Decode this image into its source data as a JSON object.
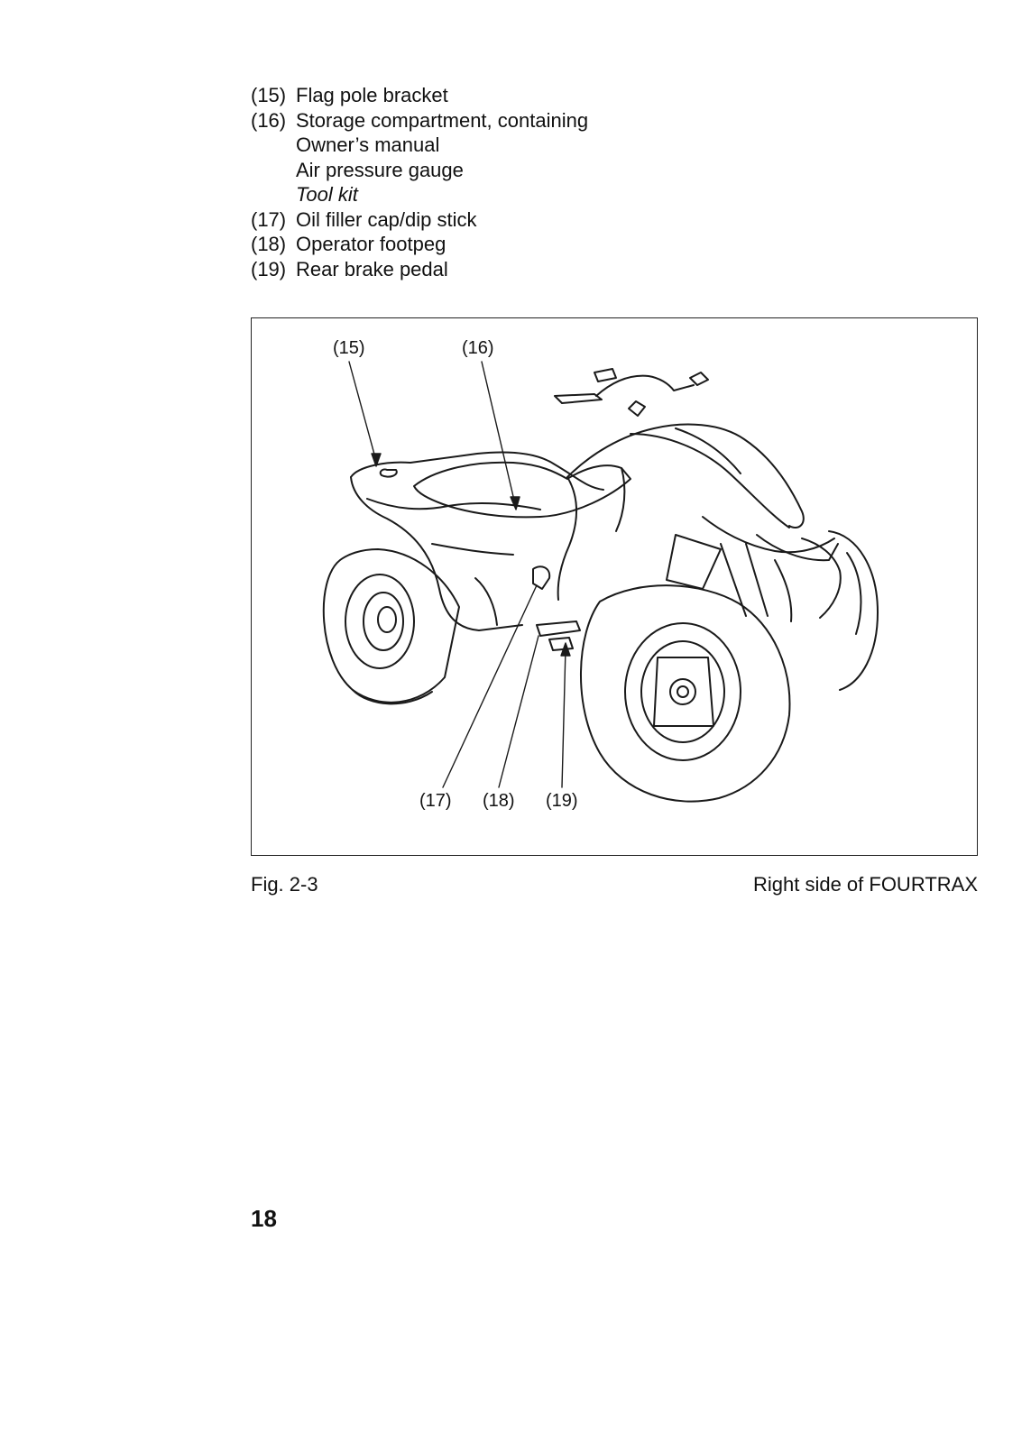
{
  "legend": [
    {
      "num": "(15)",
      "text": "Flag pole bracket"
    },
    {
      "num": "(16)",
      "text": "Storage compartment, containing"
    },
    {
      "sub": "Owner’s manual"
    },
    {
      "sub": "Air pressure gauge"
    },
    {
      "sub": "Tool kit"
    },
    {
      "num": "(17)",
      "text": "Oil filler cap/dip stick"
    },
    {
      "num": "(18)",
      "text": "Operator footpeg"
    },
    {
      "num": "(19)",
      "text": "Rear brake pedal"
    }
  ],
  "figure": {
    "callouts": [
      "(15)",
      "(16)",
      "(17)",
      "(18)",
      "(19)"
    ]
  },
  "caption": {
    "fig_label": "Fig. 2-3",
    "title": "Right side of FOURTRAX"
  },
  "page_number": "18"
}
